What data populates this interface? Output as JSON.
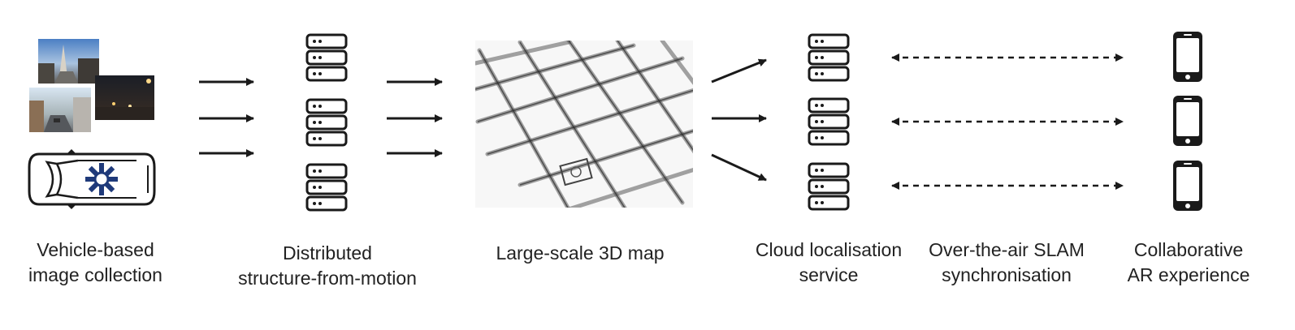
{
  "stages": [
    {
      "id": "collection",
      "caption": [
        "Vehicle-based",
        "image collection"
      ]
    },
    {
      "id": "sfm",
      "caption": [
        "Distributed",
        "structure-from-motion"
      ]
    },
    {
      "id": "map",
      "caption": [
        "Large-scale 3D map"
      ]
    },
    {
      "id": "cloud",
      "caption": [
        "Cloud localisation",
        "service"
      ]
    },
    {
      "id": "ota",
      "caption": [
        "Over-the-air SLAM",
        "synchronisation"
      ]
    },
    {
      "id": "ar",
      "caption": [
        "Collaborative",
        "AR experience"
      ]
    }
  ],
  "icons": {
    "photos": "street-photo-icon",
    "vehicle": "camera-car-icon",
    "server": "server-rack-icon",
    "map": "point-cloud-map-icon",
    "phone": "smartphone-icon"
  },
  "colors": {
    "ink": "#1a1a1a",
    "camera_rig": "#1f3a7a"
  }
}
